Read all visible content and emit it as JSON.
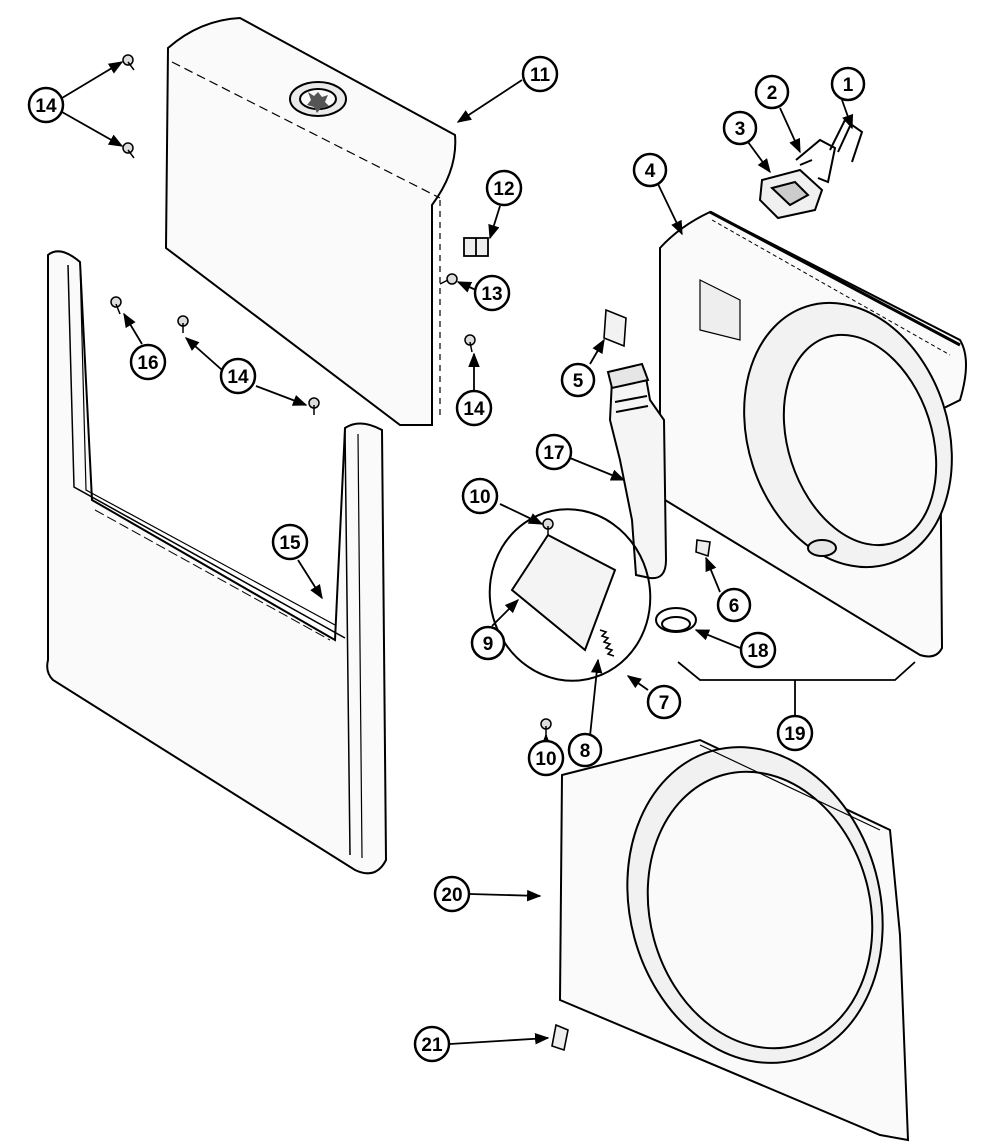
{
  "callouts": {
    "c1": "1",
    "c2": "2",
    "c3": "3",
    "c4": "4",
    "c5": "5",
    "c6": "6",
    "c7": "7",
    "c8": "8",
    "c9": "9",
    "c10a": "10",
    "c10b": "10",
    "c11": "11",
    "c12": "12",
    "c13": "13",
    "c14a": "14",
    "c14b": "14",
    "c14c": "14",
    "c15": "15",
    "c16": "16",
    "c17": "17",
    "c18": "18",
    "c19": "19",
    "c20": "20",
    "c21": "21"
  },
  "colors": {
    "line": "#000000",
    "panel": "#fafafa",
    "shade": "#e9e9e9",
    "background": "#ffffff"
  }
}
